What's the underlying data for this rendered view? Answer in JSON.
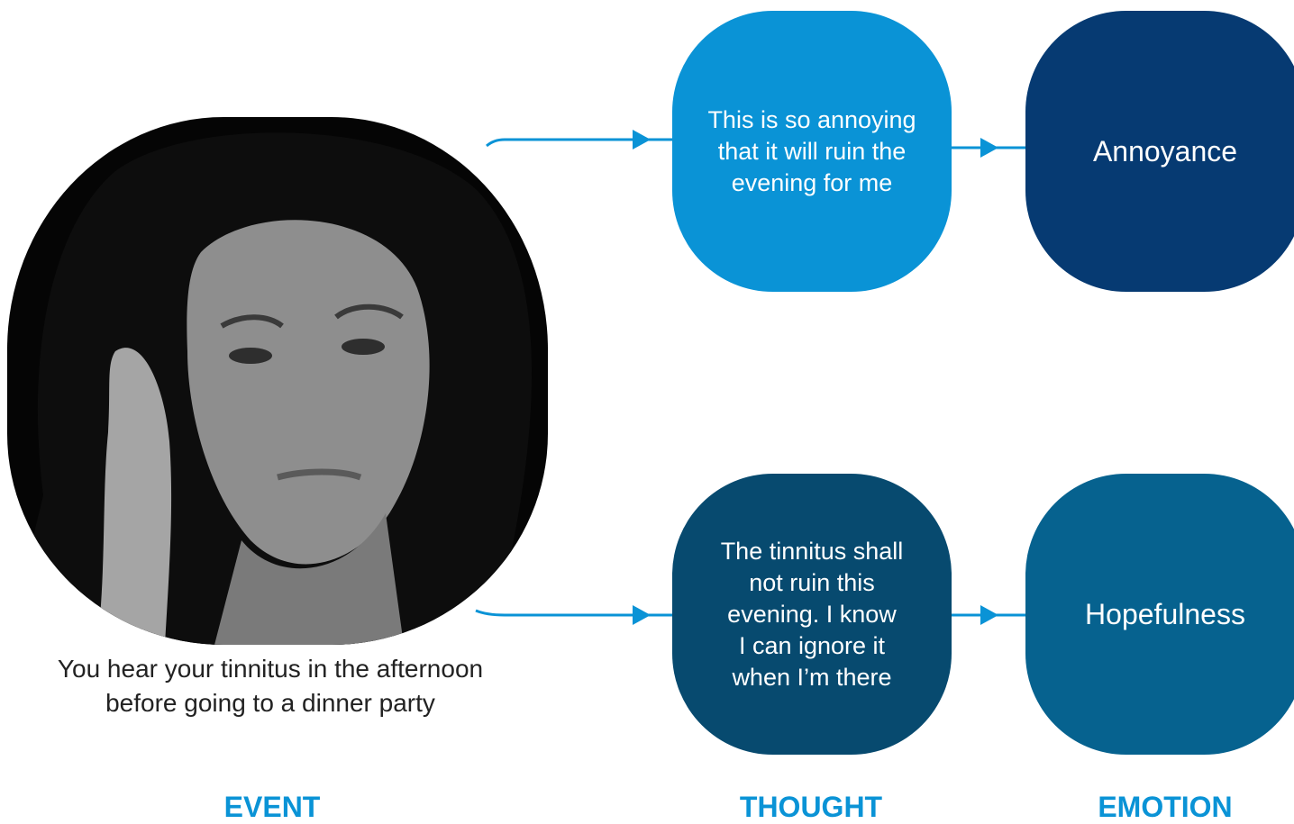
{
  "event": {
    "caption": "You hear your tinnitus in the afternoon\nbefore going to a dinner party",
    "image": "woman-touching-ear-photo"
  },
  "thoughts": [
    {
      "text": "This is so annoying\nthat it will ruin the\nevening for me"
    },
    {
      "text": "The tinnitus shall\nnot ruin this\nevening. I know\nI can ignore it\nwhen I’m there"
    }
  ],
  "emotions": [
    {
      "text": "Annoyance"
    },
    {
      "text": "Hopefulness"
    }
  ],
  "columns": {
    "event": "EVENT",
    "thought": "THOUGHT",
    "emotion": "EMOTION"
  },
  "colors": {
    "accent": "#0a93d6",
    "thought_top": "#0a93d6",
    "thought_bottom": "#074a6f",
    "emotion_top": "#063a72",
    "emotion_bottom": "#06628f",
    "arrow": "#0a93d6"
  }
}
